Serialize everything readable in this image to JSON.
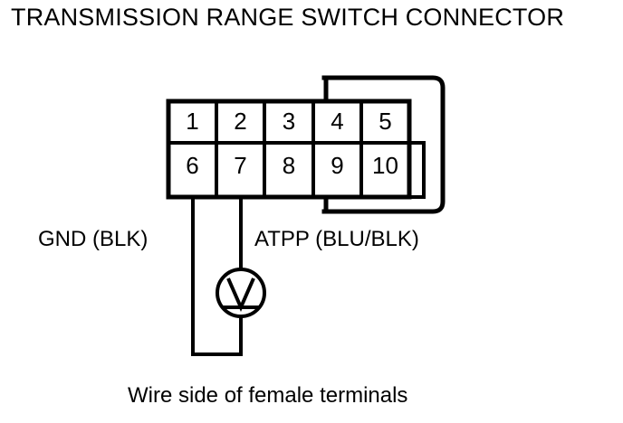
{
  "title": "TRANSMISSION RANGE SWITCH CONNECTOR",
  "caption": "Wire side of female terminals",
  "connector": {
    "shell_label": "connector-shell",
    "rows": [
      {
        "pins": [
          "1",
          "2",
          "3",
          "4",
          "5"
        ]
      },
      {
        "pins": [
          "6",
          "7",
          "8",
          "9",
          "10"
        ]
      }
    ]
  },
  "labels": {
    "left": "GND (BLK)",
    "right": "ATPP (BLU/BLK)"
  },
  "meter": {
    "symbol": "V",
    "type": "dc-voltmeter"
  },
  "colors": {
    "line": "#000000",
    "background": "#ffffff"
  }
}
